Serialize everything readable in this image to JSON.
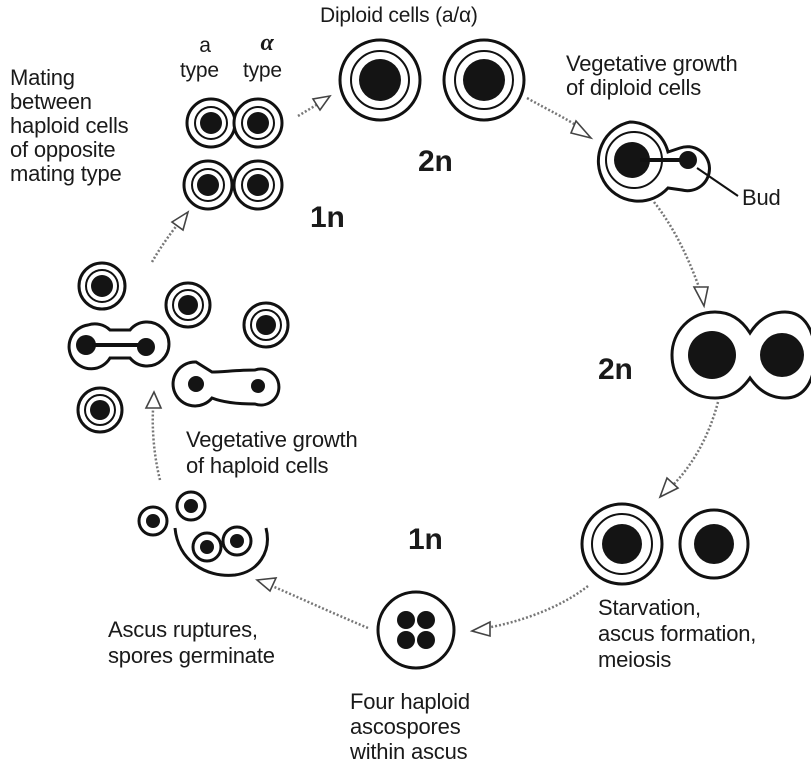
{
  "labels": {
    "diploid_cells": "Diploid cells (a/α)",
    "a_type_symbol": "a",
    "alpha_type_symbol": "α",
    "type_word_a": "type",
    "type_word_alpha": "type",
    "mating": [
      "Mating",
      "between",
      "haploid cells",
      "of opposite",
      "mating type"
    ],
    "veg_diploid": [
      "Vegetative growth",
      "of diploid cells"
    ],
    "bud": "Bud",
    "starvation": [
      "Starvation,",
      "ascus formation,",
      "meiosis"
    ],
    "four_haploid": [
      "Four haploid",
      "ascospores",
      "within ascus"
    ],
    "ascus_ruptures": [
      "Ascus ruptures,",
      "spores germinate"
    ],
    "veg_haploid": [
      "Vegetative growth",
      "of haploid cells"
    ]
  },
  "ploidy": {
    "top_center": "2n",
    "right_middle": "2n",
    "upper_left": "1n",
    "bottom_center": "1n"
  },
  "stages": [
    "mating",
    "diploid-cells",
    "vegetative-growth-diploid",
    "budding",
    "starvation-meiosis",
    "ascus-with-four-spores",
    "ascus-rupture-germination",
    "vegetative-growth-haploid"
  ],
  "colors": {
    "nucleus": "#141414",
    "cell_outline": "#111111",
    "arrow": "#777777",
    "text": "#1a1a1a"
  }
}
